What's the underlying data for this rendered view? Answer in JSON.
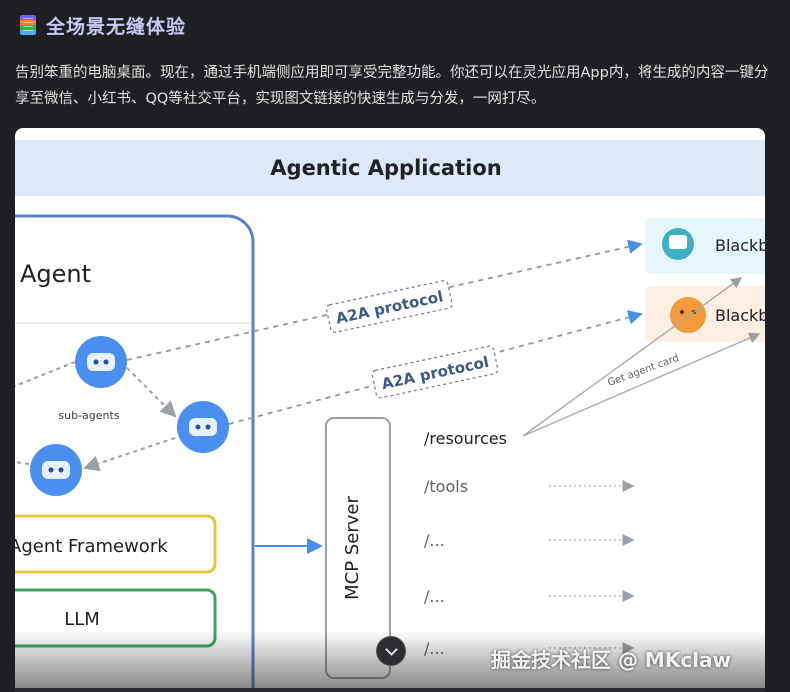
{
  "section": {
    "title": "全场景无缝体验",
    "icon": "notebook-icon"
  },
  "paragraph": "告别笨重的电脑桌面。现在，通过手机端侧应用即可享受完整功能。你还可以在灵光应用App内，将生成的内容一键分享至微信、小红书、QQ等社交平台，实现图文链接的快速生成与分发，一网打尽。",
  "figure": {
    "title": "Agentic Application",
    "agent_label": "Agent",
    "sub_agents_label": "sub-agents",
    "protocol_1": "A2A protocol",
    "protocol_2": "A2A protocol",
    "framework_label": "Agent Framework",
    "llm_label": "LLM",
    "mcp_label": "MCP Server",
    "routes": [
      "/resources",
      "/tools",
      "/...",
      "/...",
      "/..."
    ],
    "remote_1": "Blackb",
    "remote_2": "Blackb",
    "get_card": "Get agent card",
    "watermark": "掘金技术社区 @ MKclaw",
    "colors": {
      "accent_blue": "#4a8ef0",
      "header_band": "#dde8f8",
      "frame_border": "#5b7fd0",
      "framework_border": "#e8c640",
      "llm_border": "#3da45a"
    }
  }
}
